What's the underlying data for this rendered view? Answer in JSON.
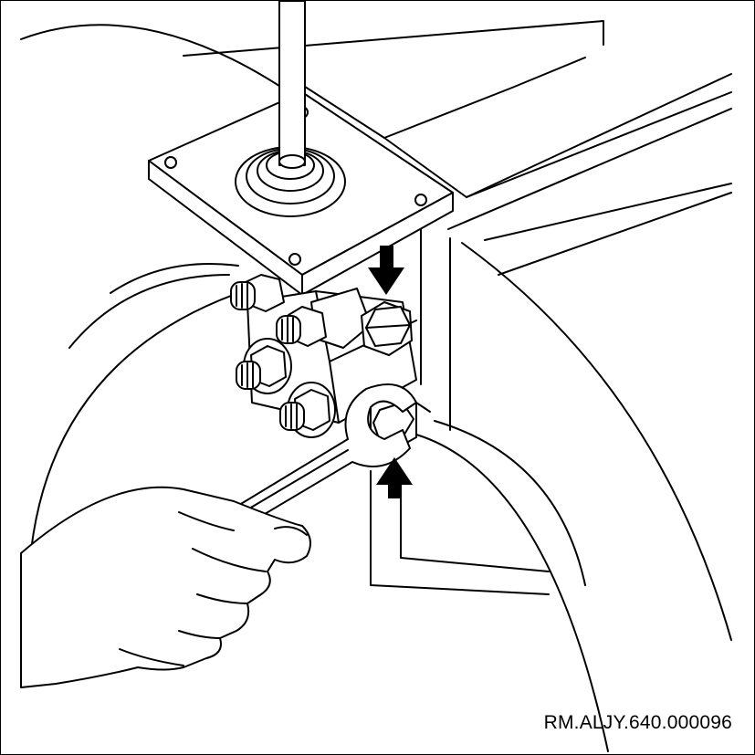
{
  "figure": {
    "reference_code": "RM.ALJY.640.000096",
    "line_color": "#000000",
    "background": "#ffffff",
    "callouts": [
      {
        "icon": "arrow-down-icon",
        "meaning": "points to upper hex fitting"
      },
      {
        "icon": "arrow-up-icon",
        "meaning": "points to lower hex fitting held by wrench"
      }
    ]
  }
}
